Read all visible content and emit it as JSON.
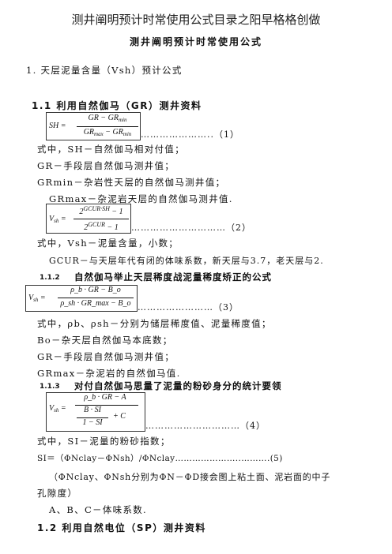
{
  "doc": {
    "header": "测井阐明预计时常使用公式目录之阳早格格创做",
    "subtitle": "测井阐明预计时常使用公式",
    "section1": "1. 天层泥量含量（Vsh）预计公式"
  },
  "s11": {
    "heading": "1.1  利用自然伽马（GR）测井资料",
    "eq1": {
      "lhs": "SH =",
      "num": "GR − GR",
      "num_sub": "min",
      "den_a": "GR",
      "den_a_sub": "max",
      "den_b": " − GR",
      "den_b_sub": "min",
      "tag": "…………………..（1）"
    },
    "l1": "式中，SH－自然伽马相对付值；",
    "l2": "GR－手段层自然伽马测井值；",
    "l3": "GRmin－杂岩性天层的自然伽马测井值；",
    "l4": "GRmax－杂泥岩天层的自然伽马测井值.",
    "eq2": {
      "lhs": "V",
      "lhs_sub": "sh",
      "eq": "=",
      "num_base": "2",
      "num_exp": "GCUR·SH",
      "num_tail": " − 1",
      "den_base": "2",
      "den_exp": "GCUR",
      "den_tail": " − 1",
      "tag": "…………………………（2）"
    },
    "l5": "式中，Vsh－泥量含量，小数；",
    "l6": "GCUR－与天层年代有闭的体味系数，新天层与3.7，老天层与2."
  },
  "s112": {
    "num": "1.1.2",
    "heading": "自然伽马举止天层稀度战泥量稀度矫正的公式",
    "eq3": {
      "lhs": "V",
      "lhs_sub": "sh",
      "eq": "=",
      "num": "ρ_b · GR − B_o",
      "den": "ρ_sh · GR_max − B_o",
      "tag": "……………………（3）"
    },
    "l1": "式中，ρb、ρsh－分别为储层稀度值、泥量稀度值；",
    "l2": "Bo－杂天层自然伽马本底数；",
    "l3": "GR－手段层自然伽马测井值；",
    "l4": "GRmax－杂泥岩的自然伽马值."
  },
  "s113": {
    "num": "1.1.3",
    "heading": "对付自然伽马思量了泥量的粉砂身分的统计要领",
    "eq4": {
      "lhs": "V",
      "lhs_sub": "sh",
      "eq": "=",
      "num": "ρ_b · GR − A",
      "inner_num": "B · SI",
      "inner_den": "1 − SI",
      "plus": "+ C",
      "tag": "…………………………（4）"
    },
    "l1": "式中，SI－泥量的粉砂指数；",
    "l2": "SI＝（ΦNclay－ΦNsh）/ΦNclay…………………..……….(5)",
    "l3": "（ΦNclay、ΦNsh分别为ΦN－ΦD接会图上粘土面、泥岩面的中子",
    "l4": "孔隙度）",
    "l5": "A、B、C－体味系数."
  },
  "s12": {
    "heading": "1.2 利用自然电位（SP）测井资料"
  }
}
